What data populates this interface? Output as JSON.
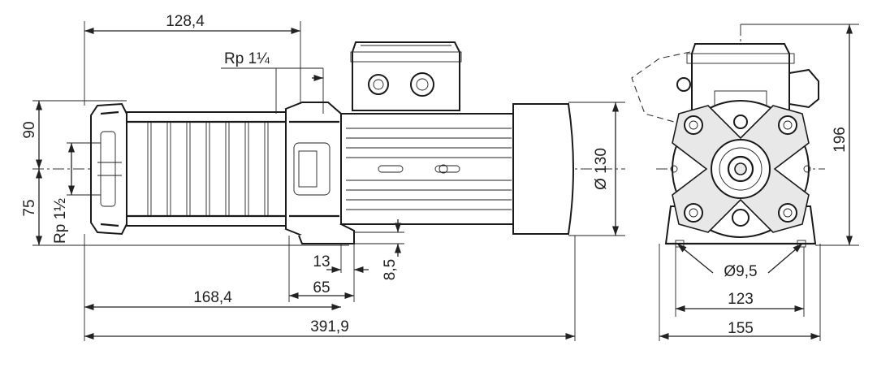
{
  "dimensions": {
    "width_top": "128,4",
    "port_top": "Rp 1¼",
    "height_upper": "90",
    "height_lower": "75",
    "port_bottom": "Rp 1½",
    "foot_13": "13",
    "foot_65": "65",
    "foot_85": "8,5",
    "length_168": "168,4",
    "length_total": "391,9",
    "motor_dia": "Ø 130",
    "height_total": "196",
    "hole_dia": "Ø9,5",
    "base_123": "123",
    "base_155": "155"
  },
  "colors": {
    "line": "#222222",
    "background": "#ffffff"
  }
}
